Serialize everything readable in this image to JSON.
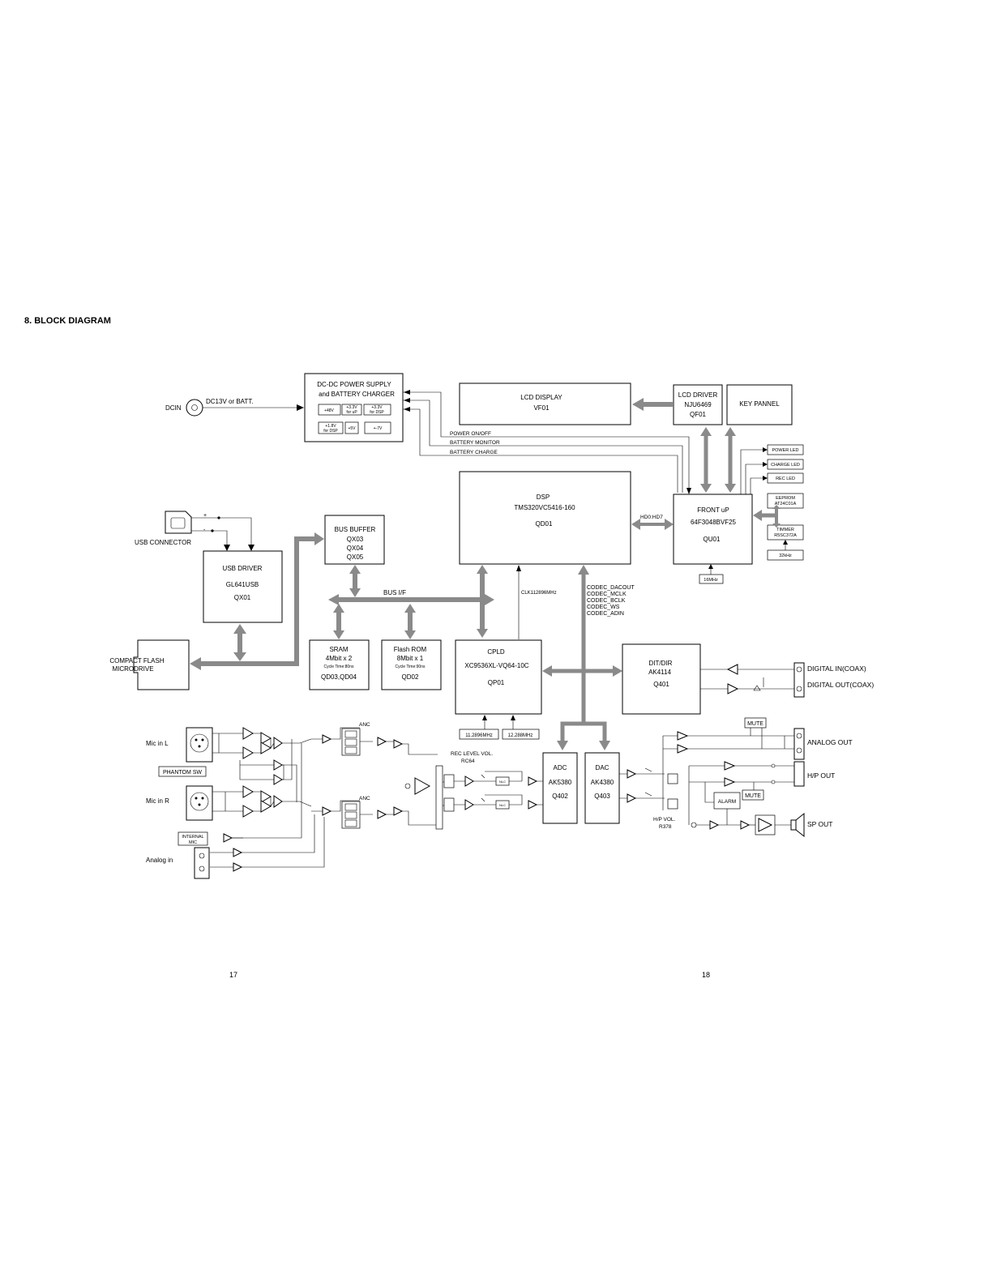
{
  "page_title": "8. BLOCK DIAGRAM",
  "page_numbers": {
    "left": "17",
    "right": "18"
  },
  "dcin": {
    "label": "DCIN",
    "source": "DC13V or BATT."
  },
  "power": {
    "title1": "DC-DC POWER SUPPLY",
    "title2": "and BATTERY CHARGER",
    "r1": [
      {
        "a": "+48V",
        "b": ""
      },
      {
        "a": "+3.3V",
        "b": "for uP"
      },
      {
        "a": "+3.3V",
        "b": "for DSP"
      }
    ],
    "r2": [
      {
        "a": "+1.8V",
        "b": "for DSP"
      },
      {
        "a": "+5V",
        "b": ""
      },
      {
        "a": "+-7V",
        "b": ""
      }
    ]
  },
  "signals": {
    "on": "POWER ON/OFF",
    "mon": "BATTERY MONITOR",
    "chg": "BATTERY CHARGE"
  },
  "lcd_display": {
    "l1": "LCD DISPLAY",
    "l2": "VF01"
  },
  "lcd_driver": {
    "l1": "LCD DRIVER",
    "l2": "NJU6469",
    "l3": "QF01"
  },
  "key_panel": {
    "l1": "KEY PANNEL"
  },
  "leds": {
    "power": "POWER LED",
    "charge": "CHARGE LED",
    "rec": "REC LED"
  },
  "eeprom": {
    "l1": "EEPROM",
    "l2": "AT24C01A"
  },
  "timer": {
    "l1": "TIMMER",
    "l2": "R5SC372A"
  },
  "xtal": {
    "khz": "32kHz",
    "mhz": "16MHz",
    "a": "11.2896MHz",
    "b": "12.288MHz"
  },
  "front_up": {
    "l1": "FRONT uP",
    "l2": "64F3048BVF25",
    "l3": "QU01"
  },
  "dsp": {
    "l1": "DSP",
    "l2": "TMS320VC5416-160",
    "l3": "QD01"
  },
  "hd_bus": "HD0:HD7",
  "clk": "CLK112896MHz",
  "codec": {
    "a": "CODEC_DACOUT",
    "b": "CODEC_MCLK",
    "c": "CODEC_BCLK",
    "d": "CODEC_WS",
    "e": "CODEC_ADIN"
  },
  "usb": {
    "connector": "USB CONNECTOR",
    "plus": "+",
    "minus": "-"
  },
  "usb_driver": {
    "l1": "USB DRIVER",
    "l2": "GL641USB",
    "l3": "QX01"
  },
  "bus_buffer": {
    "l1": "BUS BUFFER",
    "l2": "QX03",
    "l3": "QX04",
    "l4": "QX05"
  },
  "bus_if": "BUS I/F",
  "cf": {
    "l1": "COMPACT FLASH",
    "l2": "MICRODRIVE"
  },
  "sram": {
    "l1": "SRAM",
    "l2": "4Mbit x 2",
    "l3": "Cycle Time:80ns",
    "l4": "QD03,QD04"
  },
  "flash": {
    "l1": "Flash ROM",
    "l2": "8Mbit x 1",
    "l3": "Cycle Time:90ns",
    "l4": "QD02"
  },
  "cpld": {
    "l1": "CPLD",
    "l2": "XC9536XL-VQ64-10C",
    "l3": "QP01"
  },
  "dit": {
    "l1": "DIT/DIR",
    "l2": "AK4114",
    "l3": "Q401"
  },
  "digital": {
    "in": "DIGITAL IN(COAX)",
    "out": "DIGITAL OUT(COAX)"
  },
  "analog_front": {
    "mic_l": "Mic in L",
    "mic_r": "Mic in R",
    "phantom": "PHANTOM SW",
    "internal1": "INTERNAL",
    "internal2": "MIC",
    "analog_in": "Analog in",
    "anc": "ANC"
  },
  "rec_level": {
    "l1": "REC LEVEL VOL.",
    "l2": "RC64",
    "nlc": "NLC"
  },
  "adc": {
    "l1": "ADC",
    "l2": "AK5380",
    "l3": "Q402"
  },
  "dac": {
    "l1": "DAC",
    "l2": "AK4380",
    "l3": "Q403"
  },
  "outputs": {
    "mute": "MUTE",
    "analog_out": "ANALOG OUT",
    "hp_out": "H/P OUT",
    "sp_out": "SP OUT",
    "alarm": "ALARM",
    "hp_vol1": "H/P VOL.",
    "hp_vol2": "R378"
  }
}
